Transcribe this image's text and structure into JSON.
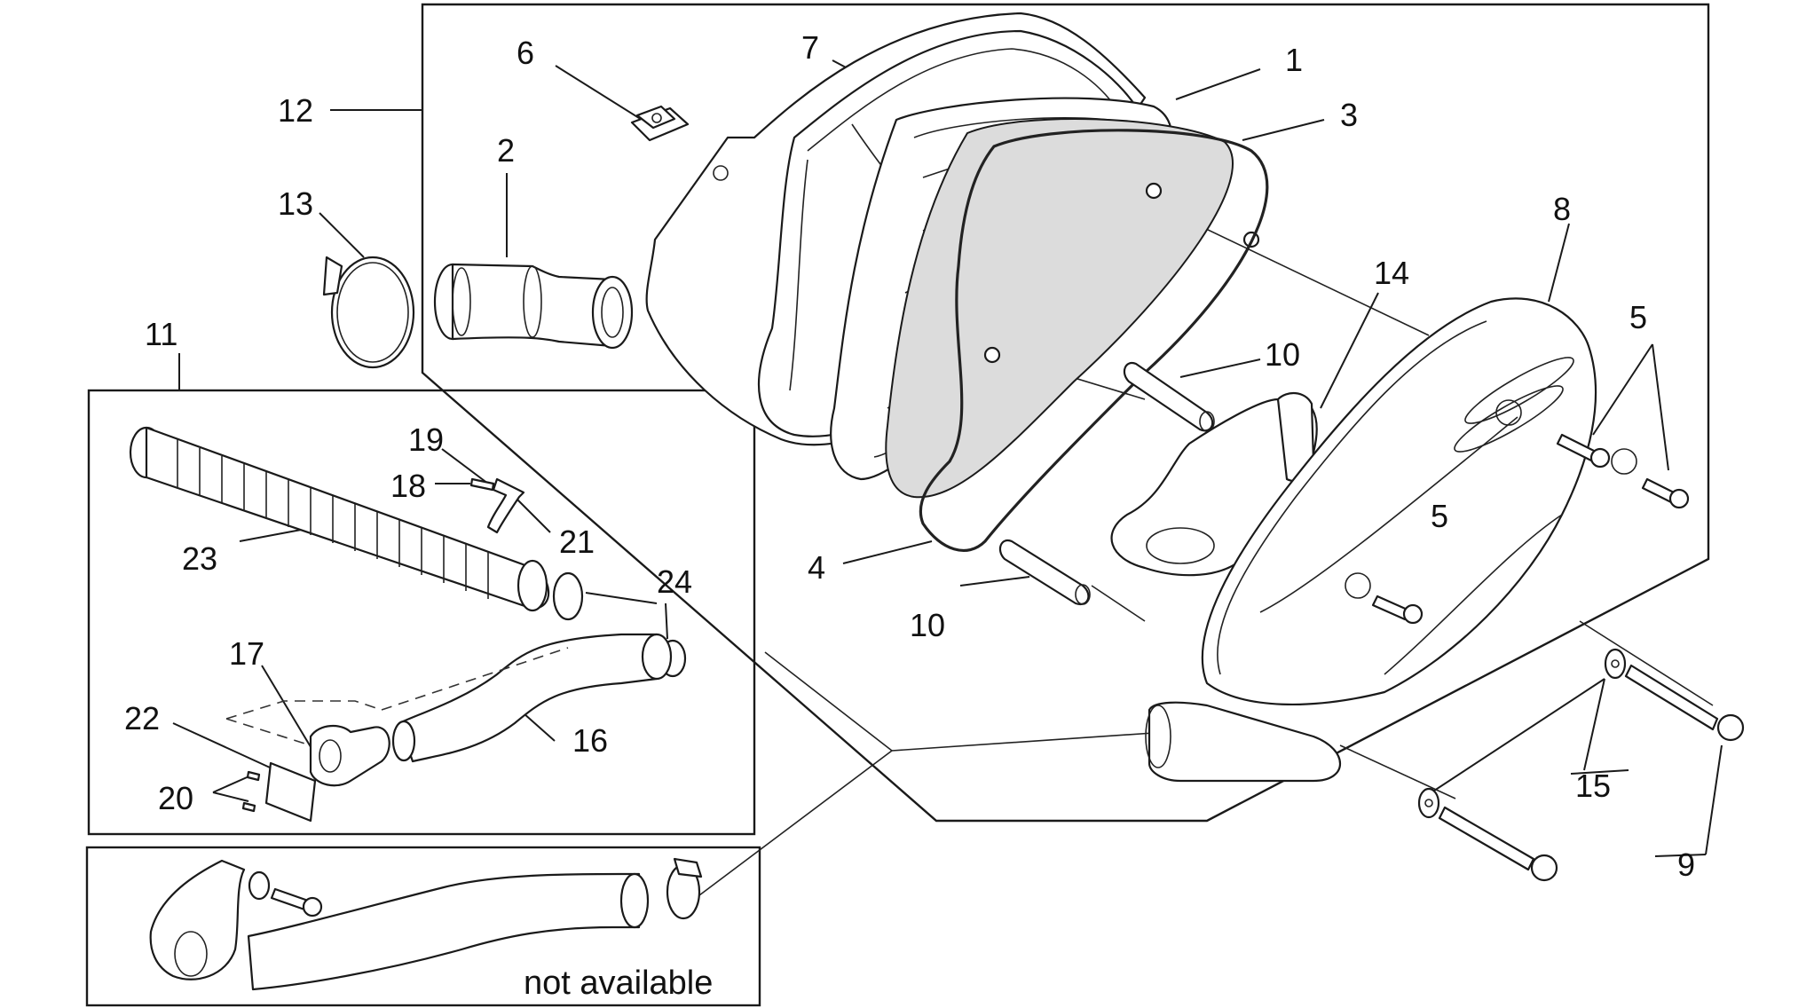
{
  "labels": {
    "l1": "1",
    "l2": "2",
    "l3": "3",
    "l4": "4",
    "l5a": "5",
    "l5b": "5",
    "l6": "6",
    "l7": "7",
    "l8": "8",
    "l9": "9",
    "l10a": "10",
    "l10b": "10",
    "l11": "11",
    "l12": "12",
    "l13": "13",
    "l14": "14",
    "l15": "15",
    "l16": "16",
    "l17": "17",
    "l18": "18",
    "l19": "19",
    "l20": "20",
    "l21": "21",
    "l22": "22",
    "l23": "23",
    "l24": "24"
  },
  "note": "not available"
}
